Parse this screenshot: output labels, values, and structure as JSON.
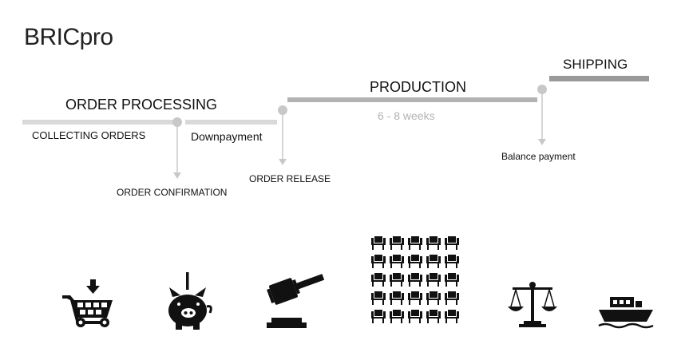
{
  "brand": "BRICpro",
  "phases": {
    "order_processing": "ORDER PROCESSING",
    "production": "PRODUCTION",
    "shipping": "SHIPPING"
  },
  "steps": {
    "collecting_orders": "COLLECTING ORDERS",
    "downpayment": "Downpayment",
    "order_confirmation": "ORDER CONFIRMATION",
    "order_release": "ORDER RELEASE",
    "production_duration": "6 - 8 weeks",
    "balance_payment": "Balance payment"
  },
  "colors": {
    "track_light": "#d9d9d9",
    "track_mid": "#b3b3b3",
    "track_dark": "#999999",
    "marker": "#c8c8c8",
    "icon": "#111111"
  },
  "icons": [
    "shopping-cart-icon",
    "piggy-bank-icon",
    "gavel-icon",
    "chairs-grid-icon",
    "balance-scale-icon",
    "ship-icon"
  ]
}
